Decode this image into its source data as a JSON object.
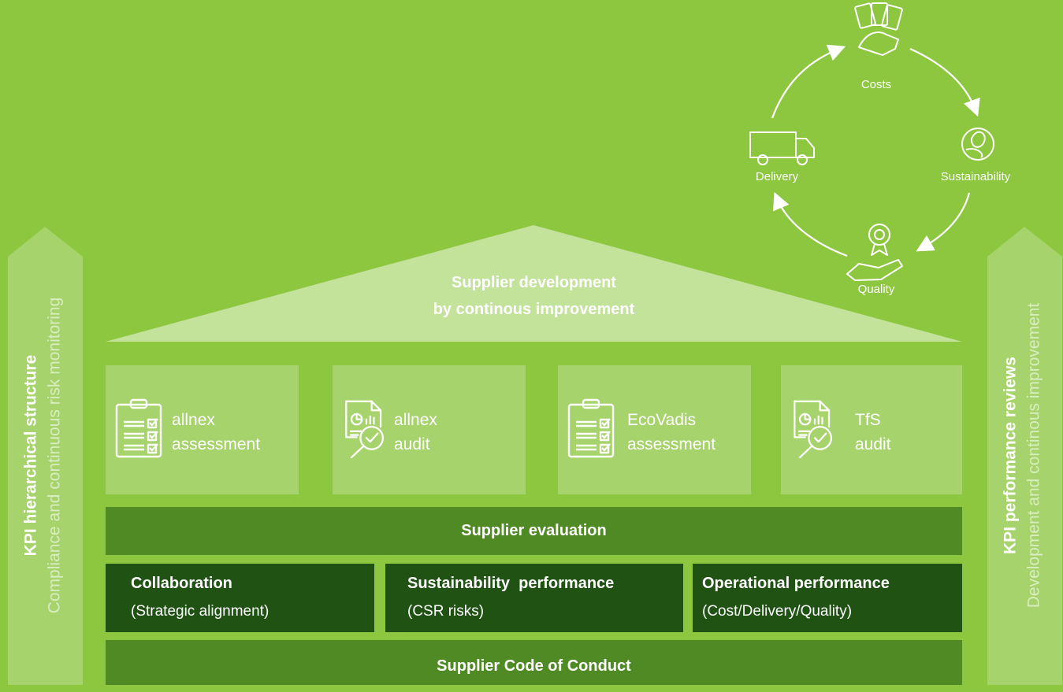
{
  "roof": {
    "line1": "Supplier development",
    "line2": "by continous improvement"
  },
  "pillars": [
    {
      "line1": "allnex",
      "line2": "assessment",
      "icon": "clipboard-checklist-icon"
    },
    {
      "line1": "allnex",
      "line2": "audit",
      "icon": "report-magnifier-check-icon"
    },
    {
      "line1": "EcoVadis",
      "line2": "assessment",
      "icon": "clipboard-checklist-icon"
    },
    {
      "line1": "TfS",
      "line2": "audit",
      "icon": "report-magnifier-check-icon"
    }
  ],
  "evaluation": {
    "label": "Supplier evaluation"
  },
  "boxes": [
    {
      "title": "Collaboration",
      "subtitle": "(Strategic alignment)"
    },
    {
      "title": "Sustainability  performance",
      "subtitle": "(CSR risks)"
    },
    {
      "title": "Operational performance",
      "subtitle": "(Cost/Delivery/Quality)"
    }
  ],
  "foundation": {
    "label": "Supplier Code of Conduct"
  },
  "left_arrow": {
    "title": "KPI hierarchical structure",
    "subtitle": "Compliance and continuous risk monitoring"
  },
  "right_arrow": {
    "title": "KPI performance reviews",
    "subtitle": "Development and continous improvement"
  },
  "cycle": {
    "costs": "Costs",
    "sustainability": "Sustainability",
    "quality": "Quality",
    "delivery": "Delivery"
  },
  "colors": {
    "background": "#8dc63f",
    "light": "#a6d36b",
    "roof": "#c3e29a",
    "mid": "#4f8a24",
    "dark": "#1f5213",
    "text": "#ffffff"
  }
}
